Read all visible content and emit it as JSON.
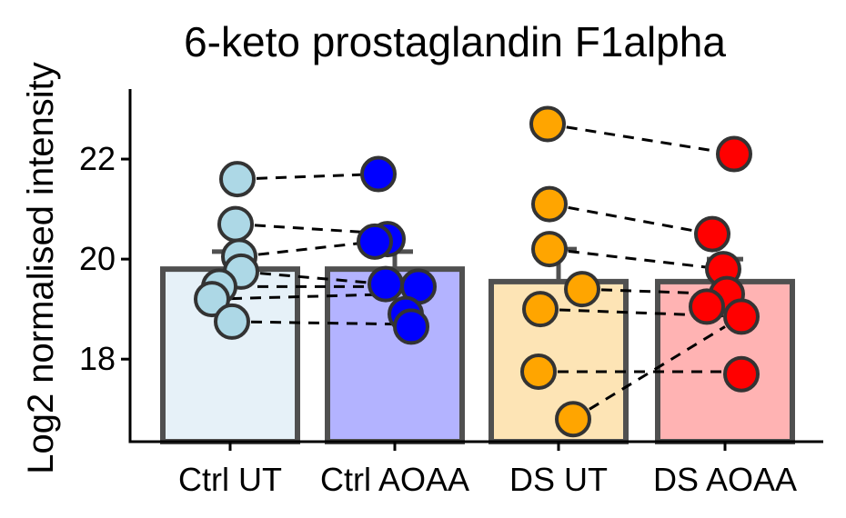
{
  "chart_data": {
    "type": "bar",
    "title": "6-keto prostaglandin F1alpha",
    "xlabel": "",
    "ylabel": "Log2 normalised intensity",
    "ylim": [
      16.35,
      23.4
    ],
    "yticks": [
      18,
      20,
      22
    ],
    "categories": [
      "Ctrl UT",
      "Ctrl AOAA",
      "DS UT",
      "DS AOAA"
    ],
    "bar_means": [
      19.8,
      19.8,
      19.55,
      19.55
    ],
    "error_upper": [
      20.15,
      20.15,
      20.2,
      20.0
    ],
    "bar_fill_colors": [
      "#e6f1f8",
      "#b3b3ff",
      "#fde4b5",
      "#ffb3b3"
    ],
    "point_colors": [
      "#add8e6",
      "#0000ff",
      "#ffa500",
      "#ff0000"
    ],
    "bar_outline_color": "#505050",
    "points": [
      [
        21.6,
        20.7,
        20.05,
        19.75,
        19.45,
        19.2,
        18.75
      ],
      [
        21.7,
        20.4,
        20.35,
        19.5,
        19.45,
        18.9,
        18.65
      ],
      [
        22.7,
        21.1,
        20.2,
        19.4,
        19.0,
        17.75,
        16.8
      ],
      [
        22.1,
        20.5,
        19.8,
        19.3,
        19.05,
        18.85,
        17.7
      ]
    ],
    "pairs": [
      {
        "from": [
          0,
          21.6
        ],
        "to": [
          1,
          21.7
        ]
      },
      {
        "from": [
          0,
          20.7
        ],
        "to": [
          1,
          20.5
        ]
      },
      {
        "from": [
          0,
          20.05
        ],
        "to": [
          1,
          20.35
        ]
      },
      {
        "from": [
          0,
          19.75
        ],
        "to": [
          1,
          19.5
        ]
      },
      {
        "from": [
          0,
          19.45
        ],
        "to": [
          1,
          19.45
        ]
      },
      {
        "from": [
          0,
          19.2
        ],
        "to": [
          1,
          19.3
        ]
      },
      {
        "from": [
          0,
          18.75
        ],
        "to": [
          1,
          18.7
        ]
      },
      {
        "from": [
          2,
          22.7
        ],
        "to": [
          3,
          22.1
        ]
      },
      {
        "from": [
          2,
          21.1
        ],
        "to": [
          3,
          20.5
        ]
      },
      {
        "from": [
          2,
          20.2
        ],
        "to": [
          3,
          19.8
        ]
      },
      {
        "from": [
          2,
          19.4
        ],
        "to": [
          3,
          19.3
        ]
      },
      {
        "from": [
          2,
          19.0
        ],
        "to": [
          3,
          18.85
        ]
      },
      {
        "from": [
          2,
          17.75
        ],
        "to": [
          3,
          17.75
        ]
      },
      {
        "from": [
          2,
          16.8
        ],
        "to": [
          3,
          18.65
        ]
      }
    ]
  }
}
